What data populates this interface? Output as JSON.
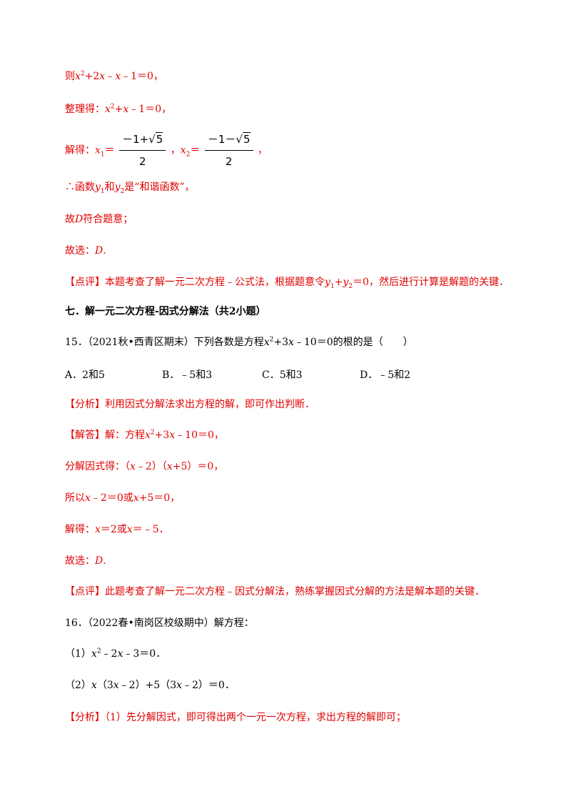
{
  "lines": {
    "l1_a": "则",
    "l1_b": "x",
    "l1_c": "2",
    "l1_d": "+2",
    "l1_e": "x",
    "l1_f": "﹣",
    "l1_g": "x",
    "l1_h": "﹣1＝0，",
    "l2_a": "整理得：",
    "l2_b": "x",
    "l2_c": "2",
    "l2_d": "+",
    "l2_e": "x",
    "l2_f": "﹣1＝0，",
    "l3_a": "解得：",
    "l3_b": "x",
    "l3_c": "1",
    "l3_d": "＝",
    "l3_frac1_num_a": "－1+",
    "l3_frac1_num_b": "5",
    "l3_frac1_den": "2",
    "l3_e": "，",
    "l3_f": "x",
    "l3_g": "2",
    "l3_h": "＝",
    "l3_frac2_num_a": "－1－",
    "l3_frac2_num_b": "5",
    "l3_frac2_den": "2",
    "l3_i": "，",
    "l4_a": "∴函数",
    "l4_b": "y",
    "l4_c": "1",
    "l4_d": "和",
    "l4_e": "y",
    "l4_f": "2",
    "l4_g": "是“和谐函数”，",
    "l5_a": "故",
    "l5_b": "D",
    "l5_c": "符合题意；",
    "l6_a": "故选：",
    "l6_b": "D",
    "l6_c": ".",
    "l7_a": "【点评】",
    "l7_b": "本题考查了解一元二次方程﹣公式法，根据题意令",
    "l7_c": "y",
    "l7_d": "1",
    "l7_e": "+",
    "l7_f": "y",
    "l7_g": "2",
    "l7_h": "＝0，然后进行计算是解题的关键．",
    "section7": "七．解一元二次方程-因式分解法（共2小题）",
    "q15_a": "15．（2021秋•西青区期末）下列各数是方程",
    "q15_b": "x",
    "q15_c": "2",
    "q15_d": "+3",
    "q15_e": "x",
    "q15_f": "﹣10＝0的根的是（　　）",
    "optA": "A．2和5",
    "optB": "B．﹣5和3",
    "optC": "C．5和3",
    "optD": "D．﹣5和2",
    "a15_tag": "【分析】",
    "a15_text": "利用因式分解法求出方程的解，即可作出判断．",
    "s15_tag": "【解答】",
    "s15_a": "解：方程",
    "s15_b": "x",
    "s15_c": "2",
    "s15_d": "+3",
    "s15_e": "x",
    "s15_f": "﹣10＝0，",
    "f15_a": "分解因式得：（",
    "f15_b": "x",
    "f15_c": "﹣2）（",
    "f15_d": "x",
    "f15_e": "+5）＝0，",
    "g15_a": "所以",
    "g15_b": "x",
    "g15_c": "﹣2＝0或",
    "g15_d": "x",
    "g15_e": "+5＝0，",
    "h15_a": "解得：",
    "h15_b": "x",
    "h15_c": "＝2或",
    "h15_d": "x",
    "h15_e": "＝﹣5．",
    "i15_a": "故选：",
    "i15_b": "D",
    "i15_c": ".",
    "p15_tag": "【点评】",
    "p15_text": "此题考查了解一元二次方程﹣因式分解法，熟练掌握因式分解的方法是解本题的关键．",
    "q16": "16．（2022春•南岗区校级期中）解方程：",
    "q16_1_a": "（1）",
    "q16_1_b": "x",
    "q16_1_c": "2",
    "q16_1_d": "﹣2",
    "q16_1_e": "x",
    "q16_1_f": "﹣3＝0．",
    "q16_2_a": "（2）",
    "q16_2_b": "x",
    "q16_2_c": "（3",
    "q16_2_d": "x",
    "q16_2_e": "﹣2）+5（3",
    "q16_2_f": "x",
    "q16_2_g": "﹣2）＝0．",
    "a16_tag": "【分析】",
    "a16_text": "（1）先分解因式，即可得出两个一元一次方程，求出方程的解即可；"
  },
  "colors": {
    "answer": "#e00000",
    "question": "#000000"
  }
}
